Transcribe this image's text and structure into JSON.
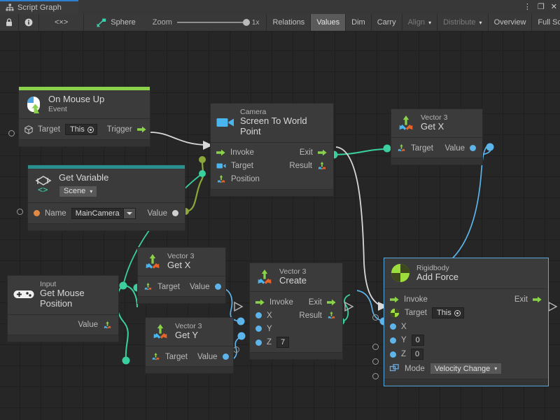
{
  "window": {
    "tab_label": "Script Graph",
    "tab_icon": "graph-icon",
    "buttons": {
      "menu": "⋮",
      "maximize": "❐",
      "close": "✕"
    }
  },
  "toolbar": {
    "lock_icon": "lock-icon",
    "info_icon": "info-icon",
    "script_icon": "<×>",
    "graph_icon": "script-graph-icon",
    "graph_name": "Sphere",
    "zoom_label": "Zoom",
    "zoom_value": "1x",
    "items": [
      {
        "label": "Relations",
        "state": "normal"
      },
      {
        "label": "Values",
        "state": "active"
      },
      {
        "label": "Dim",
        "state": "normal"
      },
      {
        "label": "Carry",
        "state": "normal"
      },
      {
        "label": "Align",
        "state": "dim",
        "caret": "▾"
      },
      {
        "label": "Distribute",
        "state": "dim",
        "caret": "▾"
      },
      {
        "label": "Overview",
        "state": "normal"
      },
      {
        "label": "Full Screen",
        "state": "normal"
      }
    ]
  },
  "colors": {
    "accent_green": "#8ad24a",
    "accent_teal": "#2a8f8f",
    "selection": "#57a8de",
    "flow_wire": "#d8d8d8",
    "data_wire_teal": "#3bcfa0",
    "data_wire_blue": "#5cb4ea",
    "data_wire_olive": "#8aa73a",
    "canvas_bg": "#262626"
  },
  "nodes": {
    "on_mouse_up": {
      "subtitle": "On Mouse Up",
      "title": "Event",
      "icon": "mouse-event-icon",
      "target_label": "Target",
      "target_value": "This",
      "trigger_label": "Trigger"
    },
    "get_variable": {
      "title": "Get Variable",
      "icon": "unity-variable-icon",
      "scope": "Scene",
      "name_label": "Name",
      "name_value": "MainCamera",
      "value_label": "Value"
    },
    "camera_screen_to_world": {
      "subtitle": "Camera",
      "title": "Screen To World Point",
      "icon": "camera-icon",
      "inputs": [
        "Invoke",
        "Target",
        "Position"
      ],
      "outputs": [
        "Exit",
        "Result"
      ]
    },
    "vector3_get_x_top": {
      "subtitle": "Vector 3",
      "title": "Get X",
      "icon": "vector3-icon",
      "target_label": "Target",
      "value_label": "Value"
    },
    "input_mouse_position": {
      "subtitle": "Input",
      "title": "Get Mouse Position",
      "icon": "gamepad-icon",
      "value_label": "Value"
    },
    "vector3_get_x_mid": {
      "subtitle": "Vector 3",
      "title": "Get X",
      "icon": "vector3-icon",
      "target_label": "Target",
      "value_label": "Value"
    },
    "vector3_get_y_mid": {
      "subtitle": "Vector 3",
      "title": "Get Y",
      "icon": "vector3-icon",
      "target_label": "Target",
      "value_label": "Value"
    },
    "vector3_create": {
      "subtitle": "Vector 3",
      "title": "Create",
      "icon": "vector3-icon",
      "invoke_label": "Invoke",
      "exit_label": "Exit",
      "result_label": "Result",
      "x_label": "X",
      "y_label": "Y",
      "z_label": "Z",
      "z_value": "7"
    },
    "rigidbody_add_force": {
      "subtitle": "Rigidbody",
      "title": "Add Force",
      "icon": "rigidbody-icon",
      "selected": true,
      "invoke_label": "Invoke",
      "exit_label": "Exit",
      "target_label": "Target",
      "target_value": "This",
      "x_label": "X",
      "y_label": "Y",
      "y_value": "0",
      "z_label": "Z",
      "z_value": "0",
      "mode_label": "Mode",
      "mode_value": "Velocity Change"
    }
  }
}
